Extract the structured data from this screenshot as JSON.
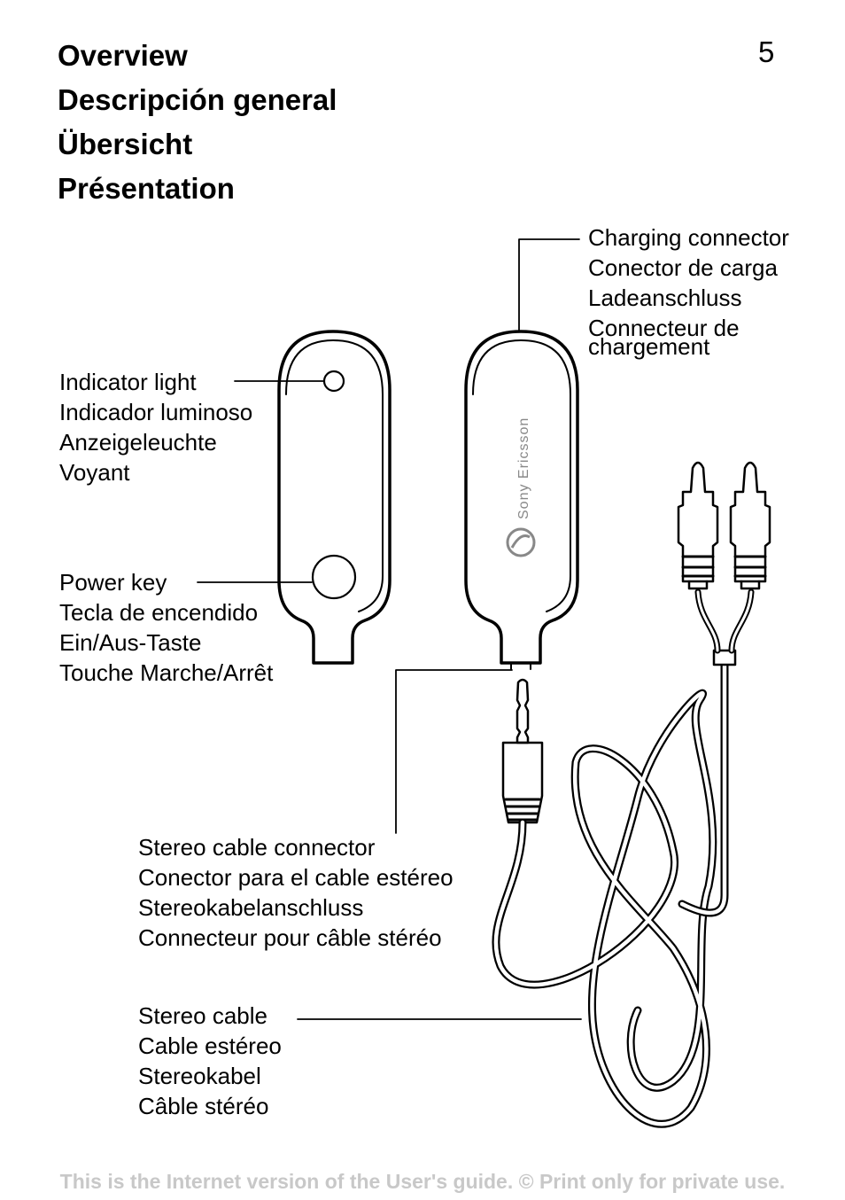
{
  "headings": [
    "Overview",
    "Descripción general",
    "Übersicht",
    "Présentation"
  ],
  "page_number": "5",
  "labels": {
    "charging_connector": [
      "Charging connector",
      "Conector de carga",
      "Ladeanschluss",
      "Connecteur de",
      "chargement"
    ],
    "indicator_light": [
      "Indicator light",
      "Indicador luminoso",
      "Anzeigeleuchte",
      "Voyant"
    ],
    "power_key": [
      "Power key",
      "Tecla de encendido",
      "Ein/Aus-Taste",
      "Touche Marche/Arrêt"
    ],
    "stereo_cable_connector": [
      "Stereo cable connector",
      "Conector para el cable estéreo",
      "Stereokabelanschluss",
      "Connecteur pour câble stéréo"
    ],
    "stereo_cable": [
      "Stereo cable",
      "Cable estéreo",
      "Stereokabel",
      "Câble stéréo"
    ]
  },
  "brand_logo_text": "Sony Ericsson",
  "footer": "This is the Internet version of the User's guide. © Print only for private use."
}
